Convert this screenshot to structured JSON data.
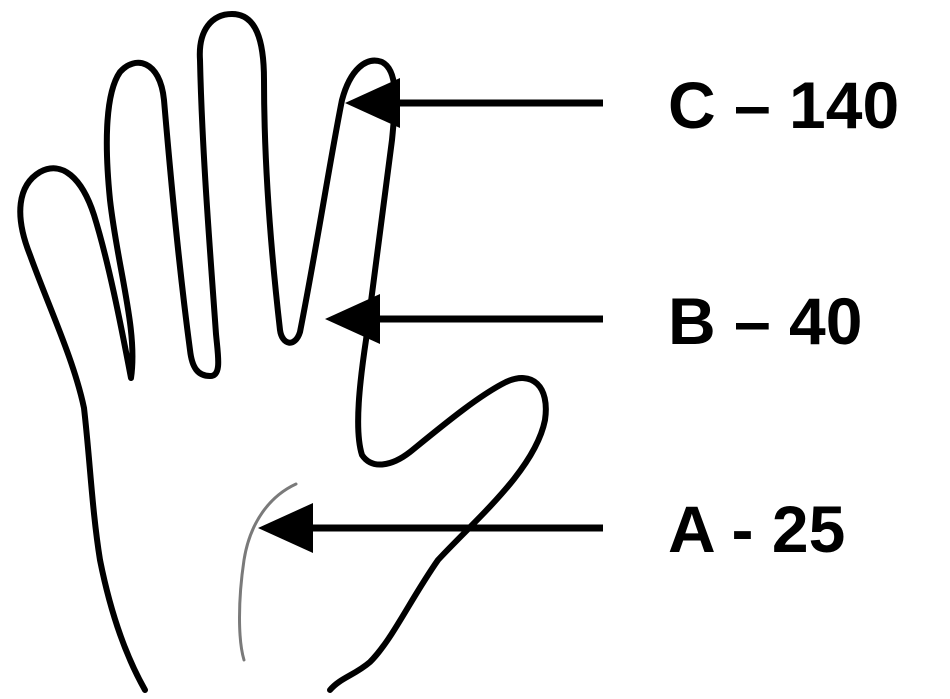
{
  "callouts": [
    {
      "id": "C",
      "text": "C – 140"
    },
    {
      "id": "B",
      "text": "B – 40"
    },
    {
      "id": "A",
      "text": "A - 25"
    }
  ],
  "colors": {
    "outline": "#000000",
    "crease": "#7a7a7a",
    "arrow": "#000000",
    "label": "#000000",
    "background": "#ffffff"
  }
}
